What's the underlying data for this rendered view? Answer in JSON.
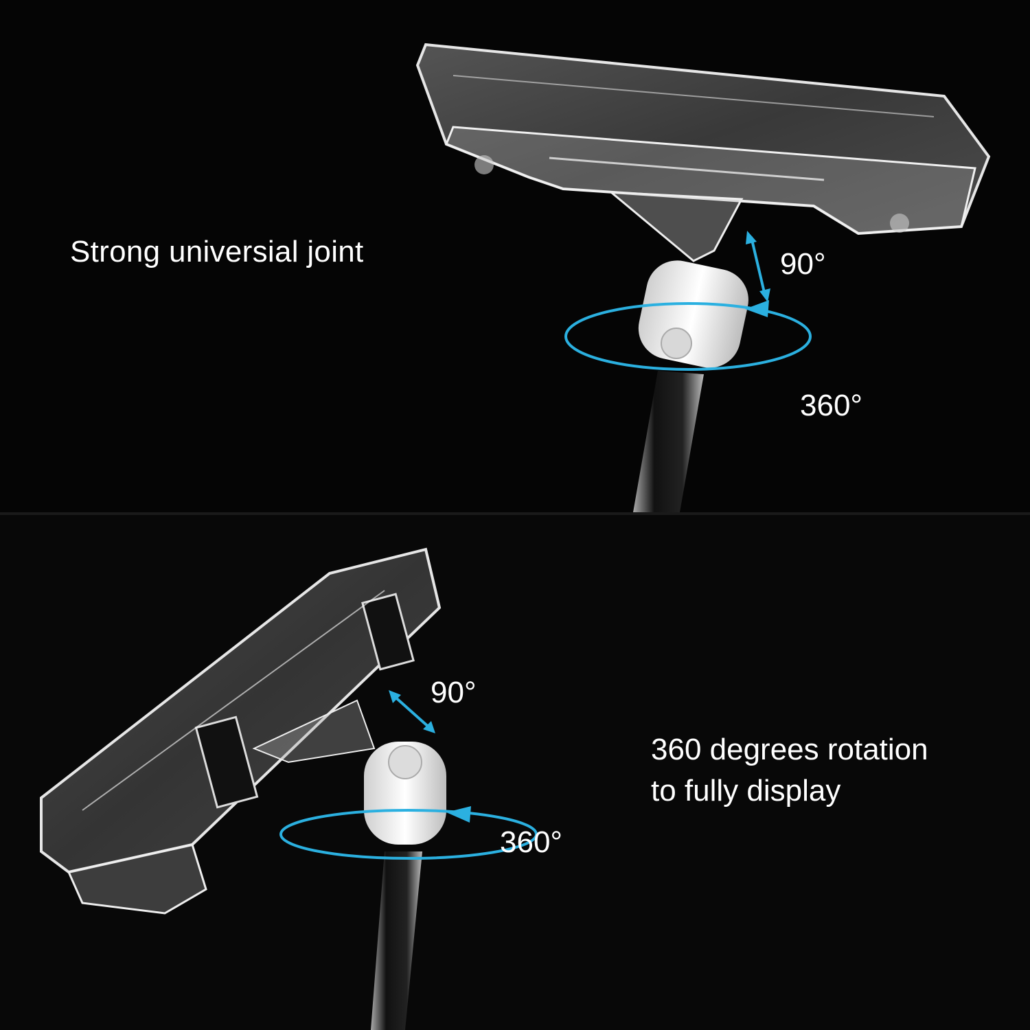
{
  "top": {
    "caption": "Strong  universial joint",
    "angle_tilt": "90°",
    "angle_rotate": "360°"
  },
  "bottom": {
    "caption_line1": "360 degrees rotation",
    "caption_line2": "to fully display",
    "angle_tilt": "90°",
    "angle_rotate": "360°"
  },
  "colors": {
    "background": "#000000",
    "accent_arrow": "#2bb0e0",
    "text": "#ffffff"
  }
}
